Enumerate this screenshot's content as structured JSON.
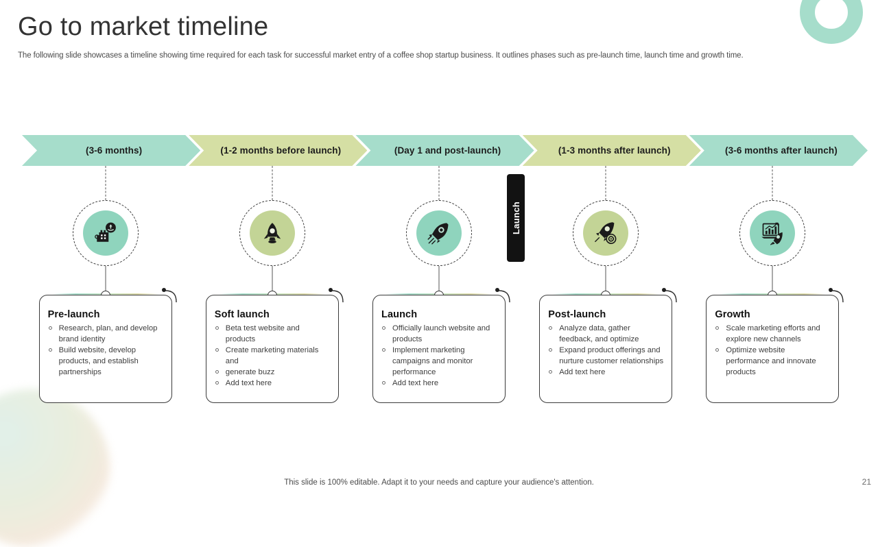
{
  "slide": {
    "title": "Go to market timeline",
    "subtitle": "The following slide showcases a timeline showing time required for each task for successful market entry of a coffee shop startup business. It outlines phases such as pre-launch time, launch time and growth time.",
    "footer_note": "This slide is 100% editable. Adapt it to your needs and capture your audience's attention.",
    "page_number": "21"
  },
  "colors": {
    "teal": "#a6ddcb",
    "olive": "#d5dfa4",
    "teal_badge": "#8fd4bd",
    "olive_badge": "#c3d496",
    "badge_ring_bg": "#eef3e3",
    "marker_black": "#121212"
  },
  "launch_marker": {
    "label": "Launch",
    "icon": "launch-flag-marker"
  },
  "phases": [
    {
      "chevron_label": "(3-6 months)",
      "chevron_color": "#a6ddcb",
      "badge_color": "#8fd4bd",
      "icon": "factory-brand-identity-icon",
      "title": "Pre-launch",
      "bullets": [
        "Research, plan, and develop  brand identity",
        "Build website, develop products, and establish partnerships"
      ]
    },
    {
      "chevron_label": "(1-2 months before launch)",
      "chevron_color": "#d5dfa4",
      "badge_color": "#c3d496",
      "icon": "rocket-upright-icon",
      "title": "Soft launch",
      "bullets": [
        "Beta test website and products",
        "Create  marketing materials and",
        "generate  buzz",
        "Add text here"
      ]
    },
    {
      "chevron_label": "(Day 1 and post-launch)",
      "chevron_color": "#a6ddcb",
      "badge_color": "#8fd4bd",
      "icon": "rocket-diagonal-icon",
      "title": "Launch",
      "bullets": [
        "Officially launch website and products",
        "Implement  marketing campaigns and monitor  performance",
        "Add text here"
      ]
    },
    {
      "chevron_label": "(1-3 months after launch)",
      "chevron_color": "#d5dfa4",
      "badge_color": "#c3d496",
      "icon": "rocket-target-icon",
      "title": "Post-launch",
      "bullets": [
        "Analyze data, gather feedback, and optimize",
        "Expand product offerings and nurture customer relationships",
        "Add text here"
      ]
    },
    {
      "chevron_label": "(3-6 months after launch)",
      "chevron_color": "#a6ddcb",
      "badge_color": "#8fd4bd",
      "icon": "growth-chart-rocket-icon",
      "title": "Growth",
      "bullets": [
        "Scale marketing efforts and explore new channels",
        "Optimize website performance  and innovate  products"
      ]
    }
  ]
}
